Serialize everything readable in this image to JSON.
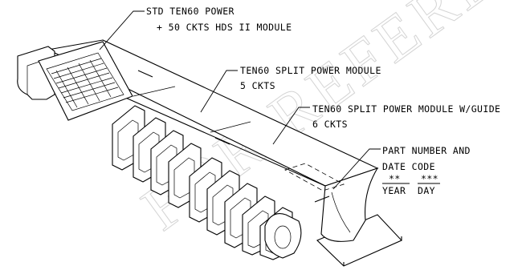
{
  "watermark": "FOR REFERENCE",
  "callouts": {
    "std_power": {
      "line1": "STD TEN60 POWER",
      "line2": "+ 50 CKTS HDS II MODULE"
    },
    "split_power": {
      "line1": "TEN60 SPLIT POWER MODULE",
      "line2": "5 CKTS"
    },
    "split_power_guide": {
      "line1": "TEN60 SPLIT POWER MODULE W/GUIDE",
      "line2": "6 CKTS"
    },
    "part_number": {
      "line1": "PART NUMBER AND",
      "line2": "DATE CODE",
      "year_code": "**",
      "year_label": "YEAR",
      "day_code": "***",
      "day_label": "DAY"
    }
  }
}
